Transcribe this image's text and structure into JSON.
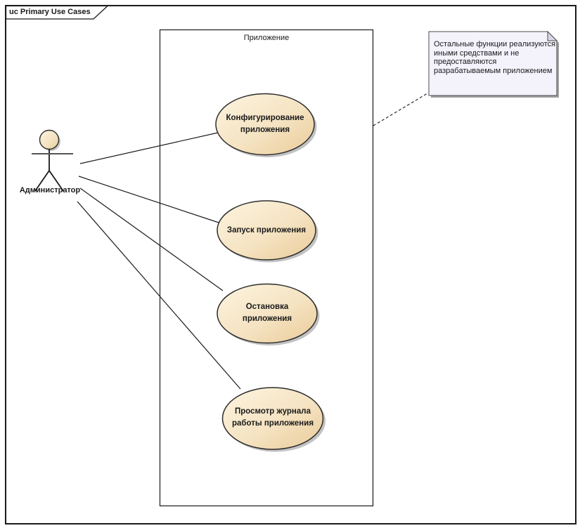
{
  "diagram": {
    "frame_label": "uc Primary Use Cases",
    "boundary_label": "Приложение",
    "actor_label": "Администратор",
    "note_text": "Остальные функции реализуются\nиными средствами и не\nпредоставляются\nразрабатываемым приложением",
    "use_cases": {
      "uc1": "Конфигурирование\nприложения",
      "uc2": "Запуск приложения",
      "uc3": "Остановка\nприложения",
      "uc4": "Просмотр журнала\nработы приложения"
    },
    "colors": {
      "ellipse_gradient_start": "#FCF4E0",
      "ellipse_gradient_end": "#EACB98",
      "ellipse_border": "#2D2D2D",
      "note_fill": "#F4F2FB",
      "note_fold_fill": "#D9D6E6",
      "shadow": "#C2C2C2",
      "note_shadow": "#A0A0A0",
      "line": "#1A1A1A",
      "background": "#FFFFFF"
    }
  }
}
